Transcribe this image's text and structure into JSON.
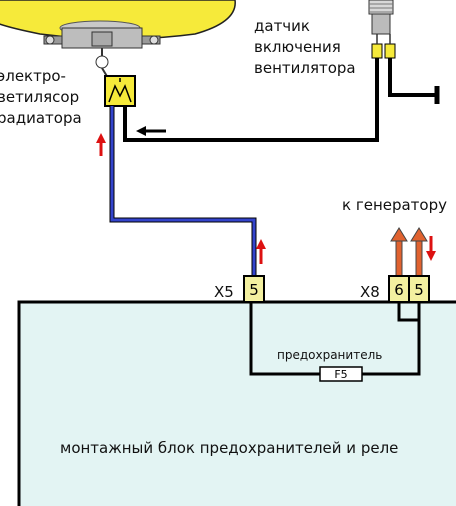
{
  "labels": {
    "fan_motor": [
      "электро-",
      "ветилясор",
      "радиатора"
    ],
    "fan_sensor": [
      "датчик",
      "включения",
      "вентилятора"
    ],
    "to_generator": "к генератору",
    "fuse_box": "монтажный блок предохранителей и реле",
    "fuse_label": "предохранитель",
    "fuse_id": "F5",
    "connector_x5": "X5",
    "connector_x8": "X8",
    "pin_x5": "5",
    "pin_x8_a": "6",
    "pin_x8_b": "5"
  },
  "colors": {
    "fuse_box_fill": "#e3f4f3",
    "pin_fill": "#f3f0a0",
    "motor_yellow": "#f6ea3a",
    "wire_blue": "#3344cc",
    "wire_black": "#000000",
    "arrow_red": "#dd1111",
    "arrow_orange": "#e0622f"
  }
}
